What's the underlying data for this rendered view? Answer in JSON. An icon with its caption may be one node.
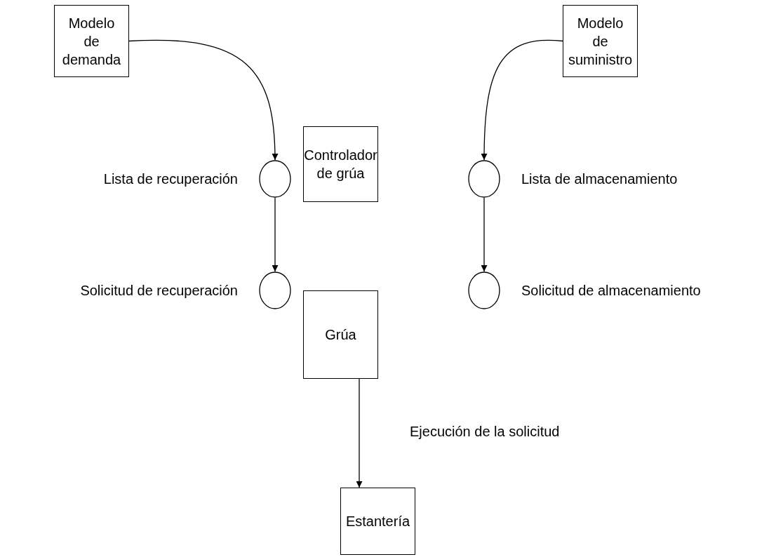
{
  "diagram": {
    "nodes": [
      {
        "text": [
          "Modelo de demanda"
        ]
      },
      {
        "text": [
          "Modelo de suministro"
        ]
      },
      {
        "text": [],
        "shape": "circle",
        "beside": [
          "Lista de recuperación"
        ]
      },
      {
        "text": [
          "Controlador de grúa"
        ]
      },
      {
        "text": [],
        "shape": "circle",
        "beside": [
          "Lista de almacenamiento"
        ]
      },
      {
        "text": [],
        "shape": "circle",
        "beside": [
          "Solicitud de recuperación"
        ]
      },
      {
        "text": [
          "Grúa"
        ]
      },
      {
        "text": [],
        "shape": "circle",
        "beside": [
          "Solicitud de almacenamiento"
        ]
      },
      {
        "text": [
          "Estantería"
        ]
      }
    ],
    "edges": [
      {
        "from": 0,
        "to": 2,
        "arrow": "to"
      },
      {
        "from": 1,
        "to": 4,
        "arrow": "to"
      },
      {
        "from": 2,
        "to": 5,
        "arrow": "to"
      },
      {
        "from": 4,
        "to": 7,
        "arrow": "to"
      },
      {
        "from": 6,
        "to": 8,
        "arrow": "to",
        "label": "Ejecución de la solicitud"
      }
    ]
  }
}
